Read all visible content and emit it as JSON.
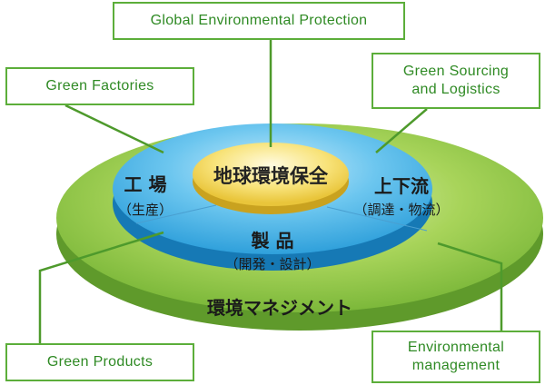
{
  "labels": {
    "global_environmental_protection": "Global Environmental Protection",
    "green_factories": "Green Factories",
    "green_sourcing_and_logistics": "Green Sourcing\nand Logistics",
    "green_products": "Green Products",
    "environmental_management": "Environmental\nmanagement"
  },
  "disc": {
    "center": "地球環境保全",
    "factory": "工 場",
    "factory_sub": "（生産）",
    "upstream_downstream": "上下流",
    "upstream_downstream_sub": "（調達・物流）",
    "products": "製 品",
    "products_sub": "（開発・設計）",
    "outer_ring": "環境マネジメント"
  },
  "colors": {
    "outer_ring": "#8cc63f",
    "outer_ring_dark": "#5f9a2b",
    "inner_disc": "#2fa8e0",
    "inner_disc_dark": "#1679b5",
    "center": "#f5d84a",
    "box_border": "#5cae3a",
    "box_text": "#2f8a24"
  }
}
